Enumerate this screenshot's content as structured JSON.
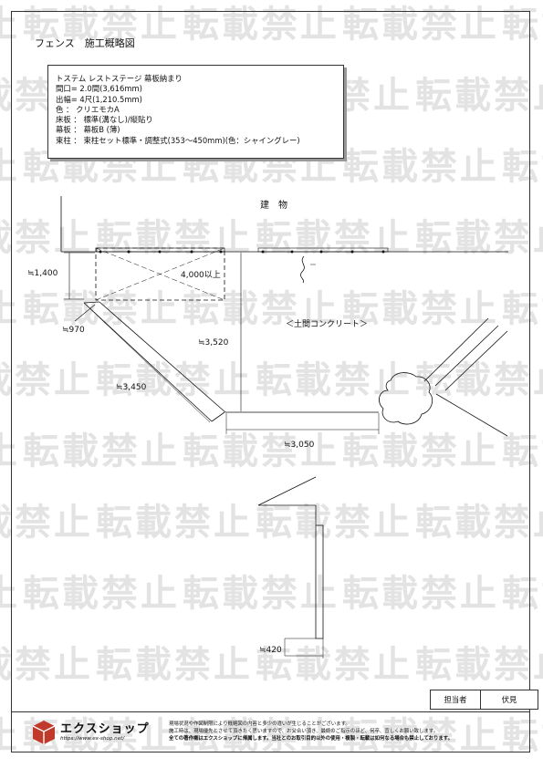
{
  "watermark": "転載禁止",
  "document_title": "フェンス　施工概略図",
  "spec": {
    "lines": [
      "トステム レストステージ 幕板納まり",
      "間口= 2.0間(3,616mm)",
      "出幅= 4尺(1,210.5mm)",
      "色 ： クリエモカA",
      "床板 ： 標準(溝なし)/縦貼り",
      "幕板 ： 幕板B (薄)",
      "束柱 ： 束柱セット標準・調整式(353～450mm)(色：シャイングレー)"
    ]
  },
  "drawing": {
    "building_label": "建　物",
    "concrete_label": "＜土間コンクリート＞",
    "deck_dimension": "4,000以上",
    "dimensions": {
      "left_offset": "≒1,400",
      "corner": "≒970",
      "diagonal": "≒3,450",
      "depth": "≒3,520",
      "width": "≒3,050",
      "small_offset": "≒420"
    }
  },
  "sign_off": {
    "label": "担当者",
    "name": "伏見"
  },
  "company": {
    "name": "エクスショップ",
    "url": "https://www.ex-shop.net/"
  },
  "notice": {
    "lines": [
      "現場状況や作図制限により概略図の内容と多少の違いが生じることがございます。",
      "施工時は、現場優先とさせて頂きたく思いますので、お父合い頂き、最終のご指示のほど、何卒、宜しくお願い致します。",
      "全ての著作権はエクスショップに帰属します。当社とのお取引目的以外の使用・複製・転載は如何なる場合も禁止しております。"
    ]
  }
}
